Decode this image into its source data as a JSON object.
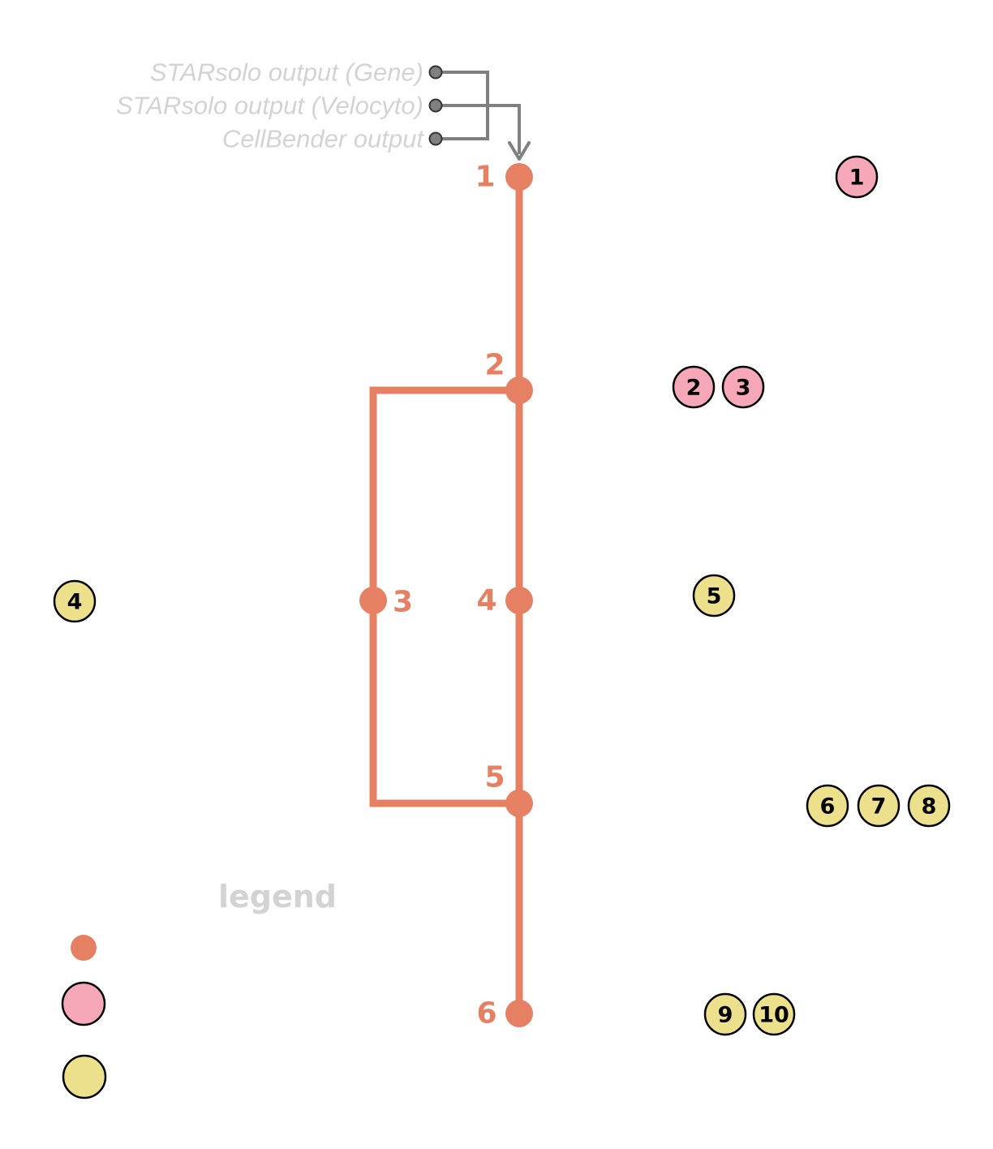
{
  "colors": {
    "line": "#e58062",
    "input_connector": "#808080",
    "input_text": "#d3d3d3",
    "pink_badge": "#f7a8b8",
    "yellow_badge": "#ede08c",
    "badge_stroke": "#000000"
  },
  "inputs": [
    {
      "label": "STARsolo output (Gene)"
    },
    {
      "label": "STARsolo output (Velocyto)"
    },
    {
      "label": "CellBender output"
    }
  ],
  "steps": [
    {
      "id": "1",
      "label": "1"
    },
    {
      "id": "2",
      "label": "2"
    },
    {
      "id": "3",
      "label": "3"
    },
    {
      "id": "4",
      "label": "4"
    },
    {
      "id": "5",
      "label": "5"
    },
    {
      "id": "6",
      "label": "6"
    }
  ],
  "edges": [
    [
      "1",
      "2"
    ],
    [
      "2",
      "4"
    ],
    [
      "4",
      "5"
    ],
    [
      "5",
      "6"
    ],
    [
      "2",
      "3"
    ],
    [
      "3",
      "5"
    ]
  ],
  "badges": [
    {
      "label": "1",
      "color": "pink",
      "step": "1"
    },
    {
      "label": "2",
      "color": "pink",
      "step": "2"
    },
    {
      "label": "3",
      "color": "pink",
      "step": "2"
    },
    {
      "label": "4",
      "color": "yellow",
      "step": "3"
    },
    {
      "label": "5",
      "color": "yellow",
      "step": "4"
    },
    {
      "label": "6",
      "color": "yellow",
      "step": "5"
    },
    {
      "label": "7",
      "color": "yellow",
      "step": "5"
    },
    {
      "label": "8",
      "color": "yellow",
      "step": "5"
    },
    {
      "label": "9",
      "color": "yellow",
      "step": "6"
    },
    {
      "label": "10",
      "color": "yellow",
      "step": "6"
    }
  ],
  "legend": {
    "title": "legend",
    "items": [
      {
        "symbol": "station"
      },
      {
        "symbol": "pink-badge"
      },
      {
        "symbol": "yellow-badge"
      }
    ]
  }
}
